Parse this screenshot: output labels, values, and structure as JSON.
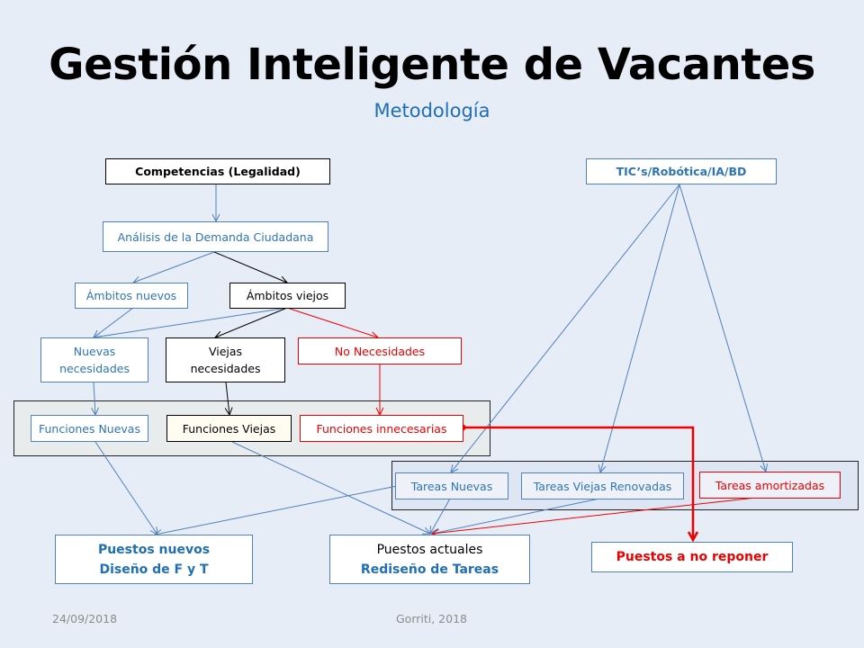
{
  "title": "Gestión Inteligente de Vacantes",
  "subtitle": "Metodología",
  "nodes": {
    "competencias": "Competencias (Legalidad)",
    "analisis": "Análisis de la Demanda Ciudadana",
    "ambitos_nuevos": "Ámbitos nuevos",
    "ambitos_viejos": "Ámbitos viejos",
    "nuevas_necesidades": "Nuevas necesidades",
    "viejas_necesidades": "Viejas necesidades",
    "no_necesidades": "No Necesidades",
    "funciones_nuevas": "Funciones Nuevas",
    "funciones_viejas": "Funciones Viejas",
    "funciones_innecesarias": "Funciones innecesarias",
    "tic": "TIC’s/Robótica/IA/BD",
    "tareas_nuevas": "Tareas Nuevas",
    "tareas_viejas": "Tareas Viejas Renovadas",
    "tareas_amortizadas": "Tareas amortizadas",
    "puestos_nuevos_1": "Puestos nuevos",
    "puestos_nuevos_2": "Diseño de F y T",
    "puestos_actuales_1": "Puestos actuales",
    "puestos_actuales_2": "Rediseño de Tareas",
    "puestos_no_reponer": "Puestos a no reponer"
  },
  "footer": {
    "date": "24/09/2018",
    "author": "Gorriti, 2018"
  }
}
